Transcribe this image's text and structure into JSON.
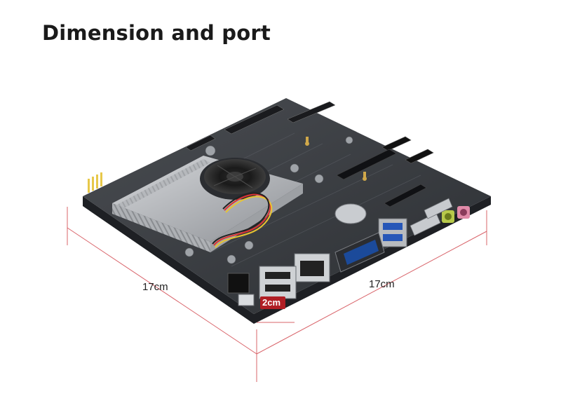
{
  "title": "Dimension and port",
  "dimensions": {
    "left_side": "17cm",
    "right_side": "17cm",
    "height": "2cm"
  },
  "colors": {
    "dimension_line": "#d9646a",
    "height_badge": "#b01e24",
    "board": "#3a3d42",
    "heatsink": "#b9bcc0"
  }
}
